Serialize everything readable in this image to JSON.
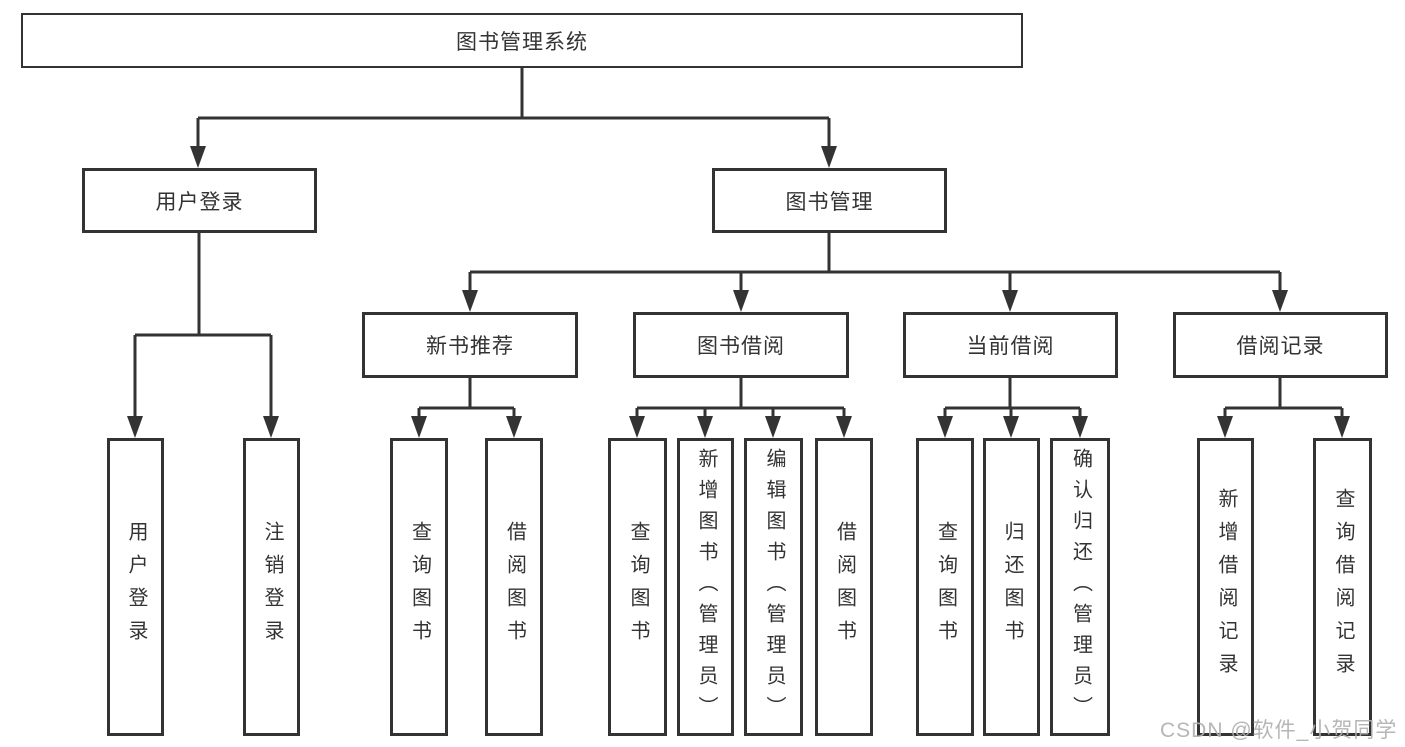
{
  "diagram": {
    "type": "tree-structure-chart",
    "colors": {
      "line": "#333333",
      "text": "#333333",
      "box_background": "#ffffff",
      "page_background": "#ffffff",
      "watermark": "#b0b0b0"
    },
    "nodes": {
      "root": {
        "label": "图书管理系统"
      },
      "user_login": {
        "label": "用户登录"
      },
      "book_mgmt": {
        "label": "图书管理"
      },
      "new_books": {
        "label": "新书推荐"
      },
      "book_borrow": {
        "label": "图书借阅"
      },
      "current_borrow": {
        "label": "当前借阅"
      },
      "borrow_records": {
        "label": "借阅记录"
      },
      "leaves": {
        "user_login": [
          "用户登录",
          "注销登录"
        ],
        "new_books": [
          "查询图书",
          "借阅图书"
        ],
        "book_borrow": [
          "查询图书",
          "新增图书（管理员）",
          "编辑图书（管理员）",
          "借阅图书"
        ],
        "current_borrow": [
          "查询图书",
          "归还图书",
          "确认归还（管理员）"
        ],
        "borrow_records": [
          "新增借阅记录",
          "查询借阅记录"
        ]
      }
    },
    "hierarchy": {
      "root": "图书管理系统",
      "children_of_root": [
        "用户登录",
        "图书管理"
      ],
      "children_of_book_mgmt": [
        "新书推荐",
        "图书借阅",
        "当前借阅",
        "借阅记录"
      ]
    },
    "watermark": {
      "text": "CSDN @软件_小贺同学"
    }
  }
}
